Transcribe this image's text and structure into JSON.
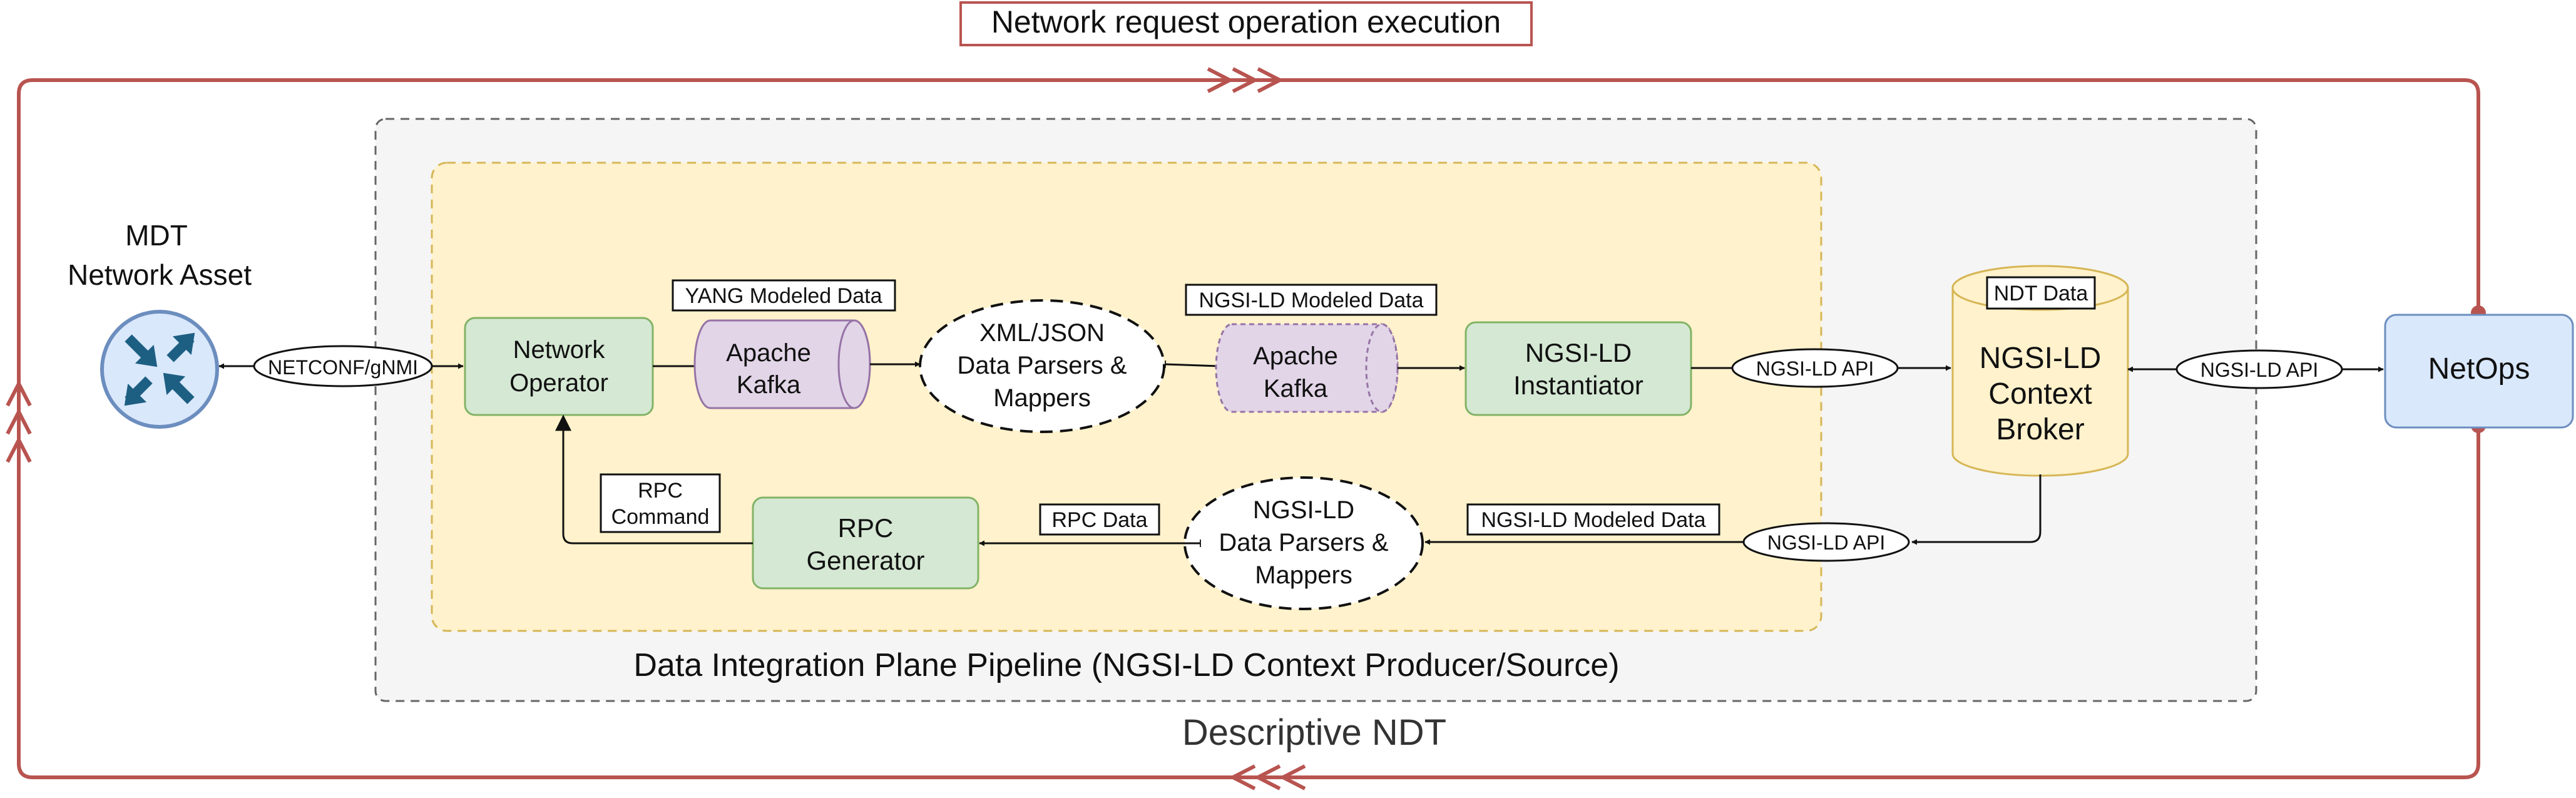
{
  "title": "Network request operation execution",
  "outer_label": "Descriptive NDT",
  "pipeline_label": "Data Integration Plane Pipeline (NGSI-LD Context Producer/Source)",
  "mdt": {
    "line1": "MDT",
    "line2": "Network Asset"
  },
  "netops": "NetOps",
  "nodes": {
    "network_operator": [
      "Network",
      "Operator"
    ],
    "kafka_1": [
      "Apache",
      "Kafka"
    ],
    "xml_parsers": [
      "XML/JSON",
      "Data Parsers &",
      "Mappers"
    ],
    "kafka_2": [
      "Apache",
      "Kafka"
    ],
    "instantiator": [
      "NGSI-LD",
      "Instantiator"
    ],
    "broker": [
      "NGSI-LD",
      "Context",
      "Broker"
    ],
    "rpc_generator": [
      "RPC",
      "Generator"
    ],
    "ngsi_parsers": [
      "NGSI-LD",
      "Data Parsers &",
      "Mappers"
    ]
  },
  "labels": {
    "netconf": "NETCONF/gNMI",
    "yang_data": "YANG Modeled Data",
    "ngsi_data_top": "NGSI-LD Modeled Data",
    "ngsi_api_top": "NGSI-LD API",
    "ndt_data": "NDT Data",
    "ngsi_api_netops": "NGSI-LD API",
    "ngsi_api_bottom": "NGSI-LD API",
    "ngsi_data_bottom": "NGSI-LD Modeled Data",
    "rpc_data": "RPC Data",
    "rpc_command": [
      "RPC",
      "Command"
    ]
  },
  "loop_arrows": {
    "top": ">>>",
    "bottom": "<<<",
    "left": ">>>"
  },
  "colors": {
    "loop": "#b85450",
    "green_fill": "#d5e8d4",
    "green_stroke": "#82b366",
    "purple_fill": "#e1d5e7",
    "purple_stroke": "#9673a6",
    "yellow_fill": "#fff2cc",
    "yellow_stroke": "#d6b656",
    "blue_fill": "#dae8fc",
    "blue_stroke": "#6c8ebf",
    "gray_fill": "#f5f5f5",
    "router_fill": "#1d5f82"
  }
}
